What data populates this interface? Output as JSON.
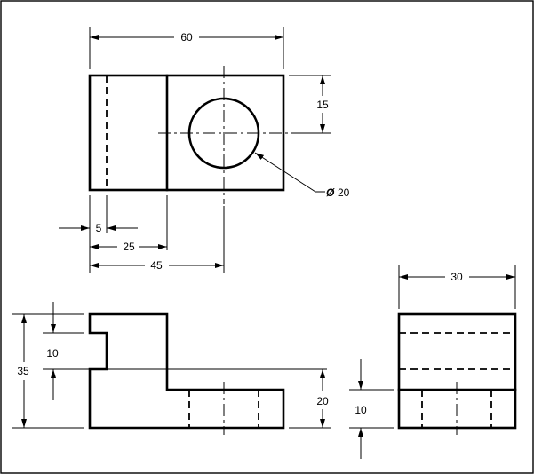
{
  "drawing": {
    "dimensions": {
      "top_width": "60",
      "top_depth_15": "15",
      "hole_dia": "20",
      "left_offset_5": "5",
      "left_offset_25": "25",
      "left_offset_45": "45",
      "front_height": "35",
      "front_notch": "10",
      "front_step": "20",
      "side_width": "30",
      "side_base": "10"
    },
    "symbols": {
      "diameter": "Ø"
    }
  }
}
